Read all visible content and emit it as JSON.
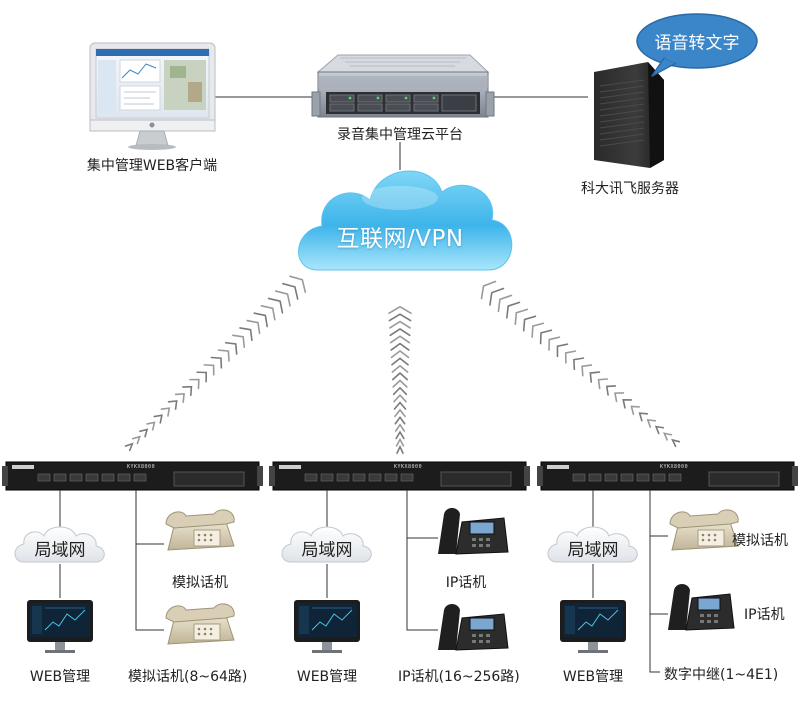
{
  "network": {
    "label": "互联网/VPN"
  },
  "central": {
    "web_client_label": "集中管理WEB客户端",
    "cloud_platform_label": "录音集中管理云平台",
    "iflytek_server_label": "科大讯飞服务器",
    "speech_to_text_label": "语音转文字"
  },
  "devices": [
    {
      "model": "KYKX8000",
      "lan_label": "局域网",
      "web_label": "WEB管理",
      "phone_top_label": "模拟话机",
      "phone_bottom_label": "模拟话机(8~64路)"
    },
    {
      "model": "KYKX8000",
      "lan_label": "局域网",
      "web_label": "WEB管理",
      "phone_top_label": "IP话机",
      "phone_bottom_label": "IP话机(16~256路)"
    },
    {
      "model": "KYKX8000",
      "lan_label": "局域网",
      "web_label": "WEB管理",
      "phone_top_label": "模拟话机",
      "phone_mid_label": "IP话机",
      "trunk_label": "数字中继(1~4E1)"
    }
  ],
  "colors": {
    "cloud_light": "#8fdcf7",
    "cloud_dark": "#2aa7e0",
    "bubble": "#3a86c8",
    "recorder_body": "#1c1c1c",
    "line": "#333333"
  }
}
